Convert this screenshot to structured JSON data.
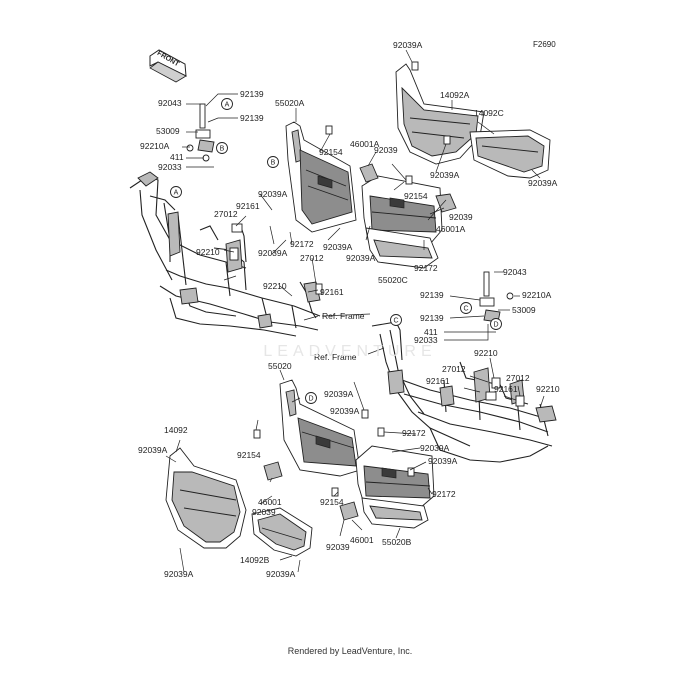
{
  "figure_code": "F2690",
  "front_arrow_label": "FRONT",
  "watermark": "LEADVENTURE",
  "footer": "Rendered by LeadVenture, Inc.",
  "ref_frame_label": "Ref. Frame",
  "callout_letters": [
    "A",
    "B",
    "C",
    "D"
  ],
  "part_numbers": [
    "92039A",
    "14092A",
    "14092C",
    "92139",
    "92043",
    "55020A",
    "53009",
    "92210A",
    "411",
    "92033",
    "46001A",
    "92154",
    "92039",
    "27012",
    "92161",
    "92172",
    "55020C",
    "92210",
    "55020",
    "14092",
    "46001",
    "55020B",
    "14092B"
  ],
  "parts_colors": {
    "ink": "#222222",
    "shade": "#b9b9b9",
    "dark_shade": "#8d8d8d"
  }
}
